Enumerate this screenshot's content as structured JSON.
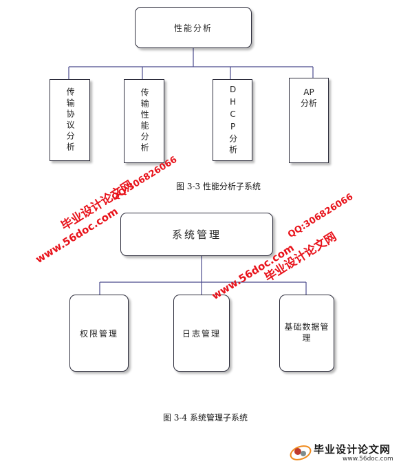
{
  "diagram1": {
    "root": "性能分析",
    "children": [
      "传输协议分析",
      "传输性能分析",
      "DHCP分析",
      "AP分析"
    ],
    "caption": "图 3-3 性能分析子系统"
  },
  "diagram2": {
    "root": "系统管理",
    "children": [
      "权限管理",
      "日志管理",
      "基础数据管理"
    ],
    "caption": "图 3-4 系统管理子系统"
  },
  "watermarks": {
    "site_name": "毕业设计论文网",
    "url": "www.56doc.com",
    "qq": "QQ:306826066",
    "footer_logo_text": "毕业设计论文网",
    "footer_url": "www.56doc.com"
  },
  "colors": {
    "line": "#4a4a8c",
    "watermark": "#e8131b"
  }
}
